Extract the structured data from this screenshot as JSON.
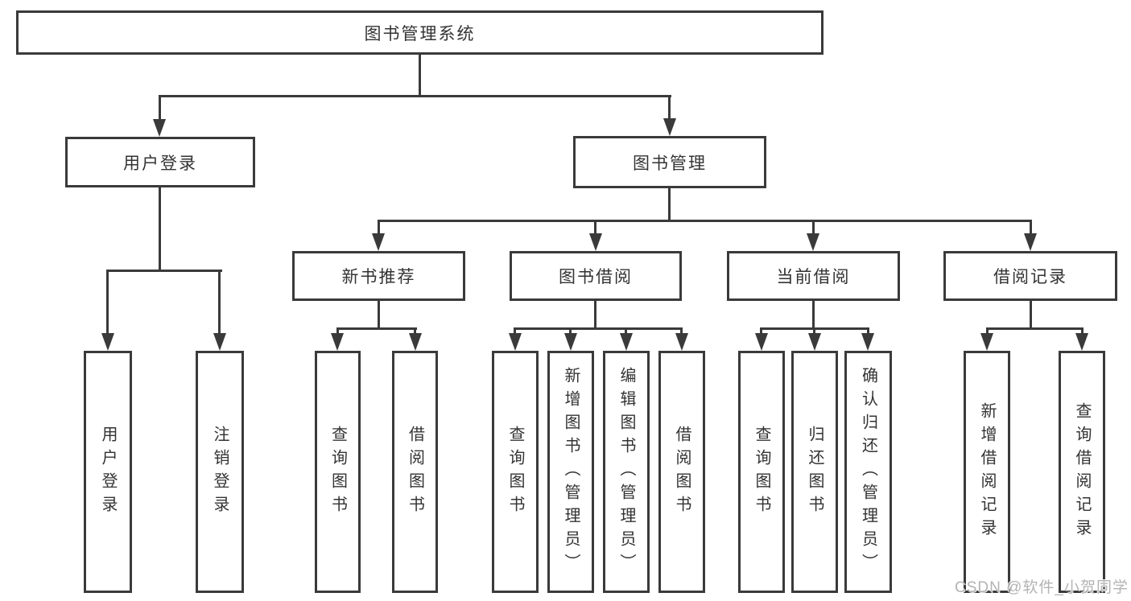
{
  "diagram": {
    "root_label": "图书管理系统",
    "level2": {
      "login": "用户登录",
      "management": "图书管理"
    },
    "level3": {
      "recommend": "新书推荐",
      "borrow": "图书借阅",
      "current": "当前借阅",
      "records": "借阅记录"
    },
    "leaves": {
      "login": [
        "用户登录",
        "注销登录"
      ],
      "recommend": [
        "查询图书",
        "借阅图书"
      ],
      "borrow": [
        "查询图书",
        "新增图书（管理员）",
        "编辑图书（管理员）",
        "借阅图书"
      ],
      "current": [
        "查询图书",
        "归还图书",
        "确认归还（管理员）"
      ],
      "records": [
        "新增借阅记录",
        "查询借阅记录"
      ]
    }
  },
  "watermark": {
    "text": "CSDN @软件_小贺同学"
  },
  "colors": {
    "line": "#3a3a3a",
    "text": "#333333",
    "background": "#ffffff",
    "watermark": "#b3b3b3"
  }
}
